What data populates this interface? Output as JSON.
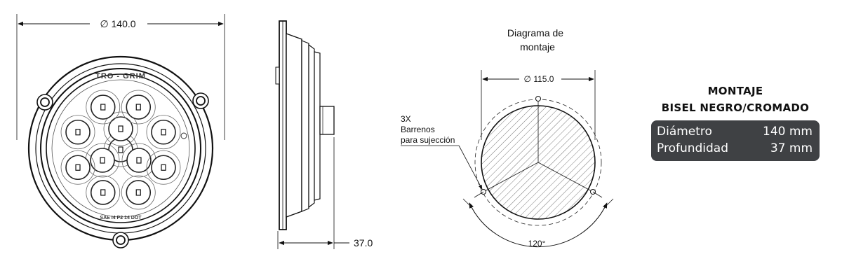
{
  "front_view": {
    "diameter_label": "∅ 140.0",
    "brand_text": "TRO - GRIM",
    "bottom_text": "SAE I4 P2 14 DOT"
  },
  "side_view": {
    "depth_label": "37.0"
  },
  "mounting": {
    "title_line1": "Diagrama de",
    "title_line2": "montaje",
    "diameter_label": "∅ 115.0",
    "holes_line1": "3X",
    "holes_line2": "Barrenos",
    "holes_line3": "para sujección",
    "angle_label": "120°"
  },
  "specs": {
    "title_line1": "MONTAJE",
    "title_line2": "BISEL NEGRO/CROMADO",
    "rows": [
      {
        "label": "Diámetro",
        "value": "140 mm"
      },
      {
        "label": "Profundidad",
        "value": "37 mm"
      }
    ]
  }
}
